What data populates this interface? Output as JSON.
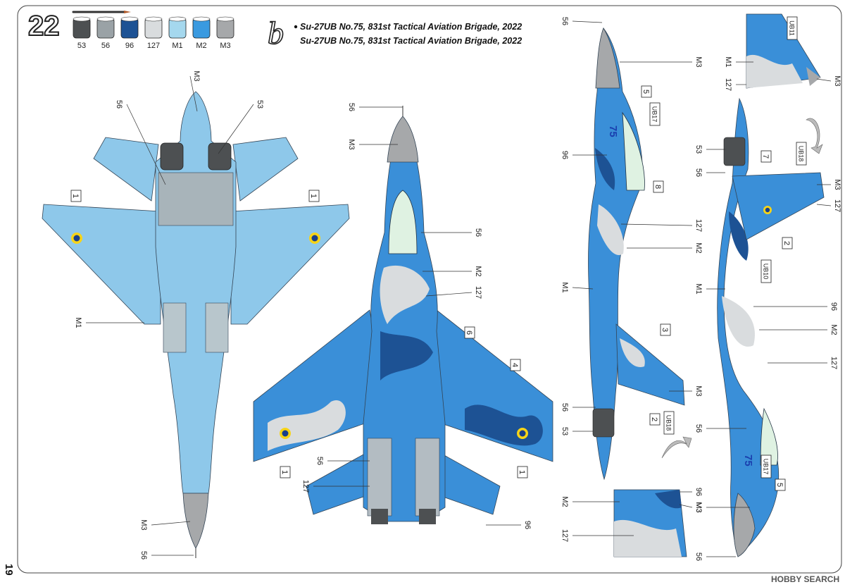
{
  "header": {
    "step_number": "22",
    "variant_letter": "b",
    "title_line1": "Su-27UB No.75, 831st Tactical Aviation Brigade, 2022",
    "title_line2": "Su-27UB No.75, 831st Tactical Aviation Brigade, 2022"
  },
  "palette": [
    {
      "code": "53",
      "color": "#4d5052"
    },
    {
      "code": "56",
      "color": "#9aa2a6"
    },
    {
      "code": "96",
      "color": "#1d5294"
    },
    {
      "code": "127",
      "color": "#d9dcde"
    },
    {
      "code": "M1",
      "color": "#a5d8ee"
    },
    {
      "code": "M2",
      "color": "#3a9ae0"
    },
    {
      "code": "M3",
      "color": "#a6a8aa"
    }
  ],
  "colors": {
    "light_blue": "#8ec8ea",
    "mid_blue": "#3a8fd8",
    "dark_blue": "#1d5294",
    "light_grey": "#d9dcde",
    "grey": "#a6a8aa",
    "dark_grey": "#4d5052",
    "roundel_yellow": "#f7d417",
    "roundel_blue": "#1a3f8a",
    "canopy": "#dff2e2"
  },
  "page_number": "19",
  "watermark": "HOBBY SEARCH",
  "tail_number": "75",
  "bottom_view_callouts": [
    "M3",
    "56",
    "53",
    "M1",
    "M3",
    "56"
  ],
  "top_view_callouts": [
    "56",
    "M3",
    "56",
    "M2",
    "127",
    "56",
    "127",
    "96"
  ],
  "side_view_callouts": [
    "56",
    "M3",
    "96",
    "127",
    "M2",
    "M1",
    "56",
    "53",
    "M3",
    "M2",
    "127",
    "96",
    "M3"
  ],
  "side_view2_callouts": [
    "M1",
    "127",
    "M3",
    "53",
    "56",
    "M3",
    "127",
    "M1",
    "96",
    "M2",
    "127",
    "56",
    "M3",
    "56"
  ],
  "decal_markers": [
    "1",
    "1",
    "6",
    "4",
    "1",
    "1",
    "5",
    "8",
    "3",
    "2",
    "7",
    "2",
    "5"
  ],
  "serial_tags": [
    "UB17",
    "UB18",
    "UB11",
    "UB18",
    "UB10",
    "UB17"
  ],
  "cutouts": []
}
